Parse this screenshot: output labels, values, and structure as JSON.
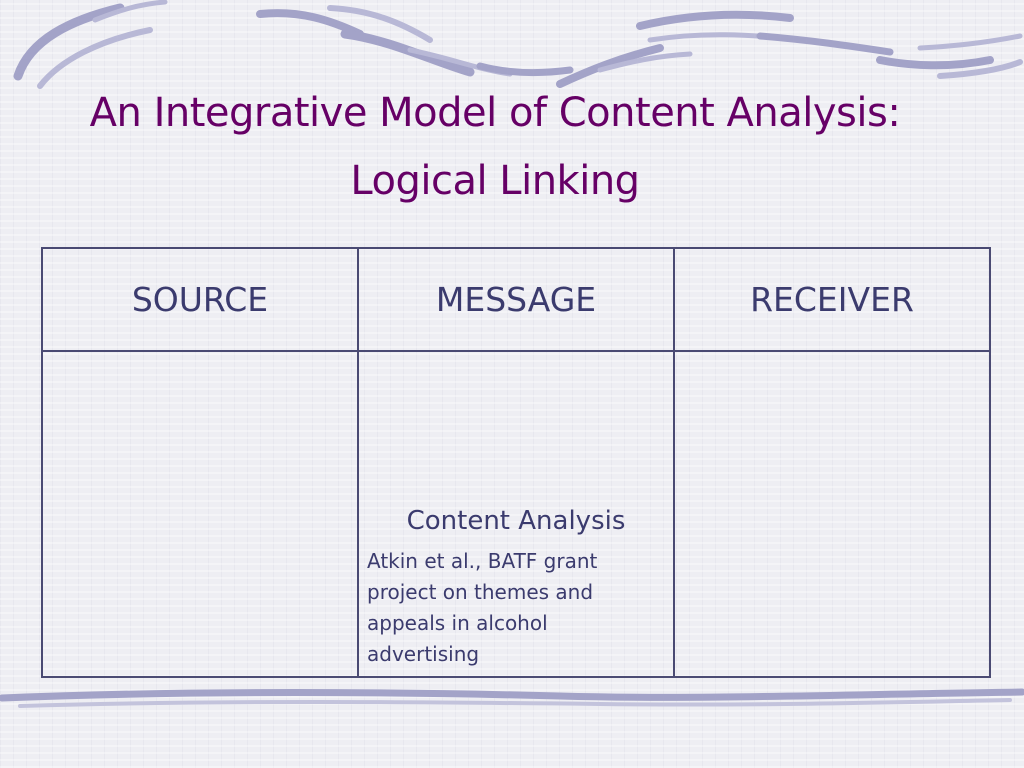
{
  "slide": {
    "title_line_1": "An Integrative Model of Content Analysis:",
    "title_line_2": "Logical Linking"
  },
  "table": {
    "headers": [
      "SOURCE",
      "MESSAGE",
      "RECEIVER"
    ],
    "message_cell": {
      "heading": "Content Analysis",
      "note": "Atkin et al., BATF grant project on themes and appeals in alcohol advertising"
    }
  },
  "colors": {
    "title": "#660066",
    "table_text": "#3b3b6e",
    "table_border": "#4a4a73",
    "swirl": "#9d9dc4"
  }
}
